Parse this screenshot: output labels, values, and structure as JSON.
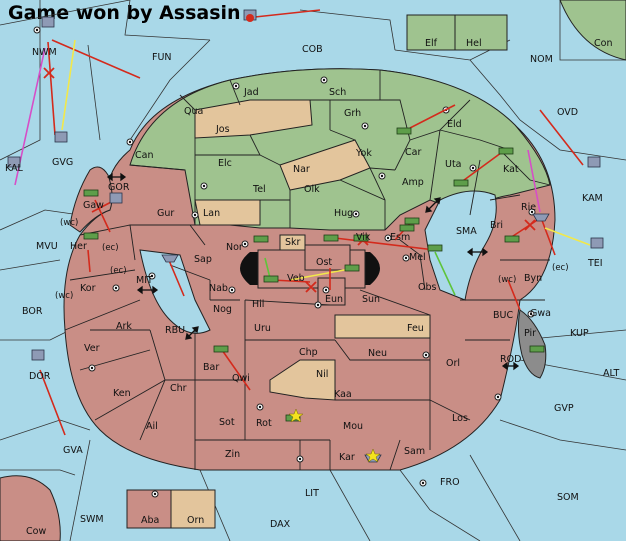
{
  "title": "Game won by Assasin",
  "colors": {
    "sea": "#a9d8e8",
    "green": "#9fc38f",
    "pink": "#c98e86",
    "tan": "#e3c59c",
    "grey": "#8c8c8c",
    "black": "#111111",
    "order_red": "#d42a1c",
    "order_yellow": "#f2e84a",
    "order_green": "#5ec43a",
    "order_magenta": "#d64ec7"
  },
  "territories": [
    {
      "key": "Elf",
      "label": "Elf"
    },
    {
      "key": "Hel",
      "label": "Hel"
    },
    {
      "key": "Con",
      "label": "Con"
    },
    {
      "key": "NWM",
      "label": "NWM"
    },
    {
      "key": "FUN",
      "label": "FUN"
    },
    {
      "key": "COB",
      "label": "COB"
    },
    {
      "key": "NOM",
      "label": "NOM"
    },
    {
      "key": "Jad",
      "label": "Jad"
    },
    {
      "key": "Sch",
      "label": "Sch"
    },
    {
      "key": "Qua",
      "label": "Qua"
    },
    {
      "key": "Jos",
      "label": "Jos"
    },
    {
      "key": "Grh",
      "label": "Grh"
    },
    {
      "key": "Eld",
      "label": "Eld"
    },
    {
      "key": "OVD",
      "label": "OVD"
    },
    {
      "key": "GVG",
      "label": "GVG"
    },
    {
      "key": "Can",
      "label": "Can"
    },
    {
      "key": "Elc",
      "label": "Elc"
    },
    {
      "key": "Nar",
      "label": "Nar"
    },
    {
      "key": "Yok",
      "label": "Yok"
    },
    {
      "key": "Car",
      "label": "Car"
    },
    {
      "key": "Uta",
      "label": "Uta"
    },
    {
      "key": "KAL",
      "label": "KAL"
    },
    {
      "key": "Kat",
      "label": "Kat"
    },
    {
      "key": "KAM",
      "label": "KAM"
    },
    {
      "key": "Tel",
      "label": "Tel"
    },
    {
      "key": "Olk",
      "label": "Olk"
    },
    {
      "key": "Amp",
      "label": "Amp"
    },
    {
      "key": "GOR",
      "label": "GOR"
    },
    {
      "key": "Gaw",
      "label": "Gaw"
    },
    {
      "key": "Gur",
      "label": "Gur"
    },
    {
      "key": "Lan",
      "label": "Lan"
    },
    {
      "key": "Hug",
      "label": "Hug"
    },
    {
      "key": "Bri",
      "label": "Bri"
    },
    {
      "key": "Rie",
      "label": "Rie"
    },
    {
      "key": "SMA",
      "label": "SMA"
    },
    {
      "key": "Esm",
      "label": "Esm"
    },
    {
      "key": "MVU",
      "label": "MVU"
    },
    {
      "key": "Her",
      "label": "Her"
    },
    {
      "key": "Nor",
      "label": "Nor"
    },
    {
      "key": "Skr",
      "label": "Skr"
    },
    {
      "key": "Vik",
      "label": "Vik"
    },
    {
      "key": "Mel",
      "label": "Mel"
    },
    {
      "key": "TEI",
      "label": "TEI"
    },
    {
      "key": "Sap",
      "label": "Sap"
    },
    {
      "key": "Ost",
      "label": "Ost"
    },
    {
      "key": "Byn",
      "label": "Byn"
    },
    {
      "key": "MIT",
      "label": "MIT"
    },
    {
      "key": "Veb",
      "label": "Veb"
    },
    {
      "key": "Kor",
      "label": "Kor"
    },
    {
      "key": "Nab",
      "label": "Nab"
    },
    {
      "key": "Obs",
      "label": "Obs"
    },
    {
      "key": "Eun",
      "label": "Eun"
    },
    {
      "key": "Gwa",
      "label": "Gwa"
    },
    {
      "key": "Hil",
      "label": "Hil"
    },
    {
      "key": "Sun",
      "label": "Sun"
    },
    {
      "key": "BOR",
      "label": "BOR"
    },
    {
      "key": "BUC",
      "label": "BUC"
    },
    {
      "key": "Nog",
      "label": "Nog"
    },
    {
      "key": "Ark",
      "label": "Ark"
    },
    {
      "key": "RBU",
      "label": "RBU"
    },
    {
      "key": "Uru",
      "label": "Uru"
    },
    {
      "key": "Feu",
      "label": "Feu"
    },
    {
      "key": "Pir",
      "label": "Pir"
    },
    {
      "key": "KUP",
      "label": "KUP"
    },
    {
      "key": "Ver",
      "label": "Ver"
    },
    {
      "key": "Chp",
      "label": "Chp"
    },
    {
      "key": "Neu",
      "label": "Neu"
    },
    {
      "key": "DOR",
      "label": "DOR"
    },
    {
      "key": "Bar",
      "label": "Bar"
    },
    {
      "key": "Qwi",
      "label": "Qwi"
    },
    {
      "key": "Orl",
      "label": "Orl"
    },
    {
      "key": "ROD",
      "label": "ROD"
    },
    {
      "key": "Nil",
      "label": "Nil"
    },
    {
      "key": "ALT",
      "label": "ALT"
    },
    {
      "key": "Chr",
      "label": "Chr"
    },
    {
      "key": "Ken",
      "label": "Ken"
    },
    {
      "key": "Kaa",
      "label": "Kaa"
    },
    {
      "key": "GVP",
      "label": "GVP"
    },
    {
      "key": "Rot",
      "label": "Rot"
    },
    {
      "key": "Los",
      "label": "Los"
    },
    {
      "key": "Ail",
      "label": "Ail"
    },
    {
      "key": "Sot",
      "label": "Sot"
    },
    {
      "key": "Mou",
      "label": "Mou"
    },
    {
      "key": "GVA",
      "label": "GVA"
    },
    {
      "key": "Zin",
      "label": "Zin"
    },
    {
      "key": "Sam",
      "label": "Sam"
    },
    {
      "key": "Kar",
      "label": "Kar"
    },
    {
      "key": "FRO",
      "label": "FRO"
    },
    {
      "key": "LIT",
      "label": "LIT"
    },
    {
      "key": "SOM",
      "label": "SOM"
    },
    {
      "key": "SWM",
      "label": "SWM"
    },
    {
      "key": "Aba",
      "label": "Aba"
    },
    {
      "key": "Orn",
      "label": "Orn"
    },
    {
      "key": "DAX",
      "label": "DAX"
    },
    {
      "key": "Cow",
      "label": "Cow"
    }
  ],
  "coast_marks": [
    {
      "key": "wc1",
      "label": "(wc)"
    },
    {
      "key": "ec1",
      "label": "(ec)"
    },
    {
      "key": "ec2",
      "label": "(ec)"
    },
    {
      "key": "wc2",
      "label": "(wc)"
    },
    {
      "key": "wc3",
      "label": "(wc)"
    },
    {
      "key": "ec3",
      "label": "(ec)"
    }
  ]
}
